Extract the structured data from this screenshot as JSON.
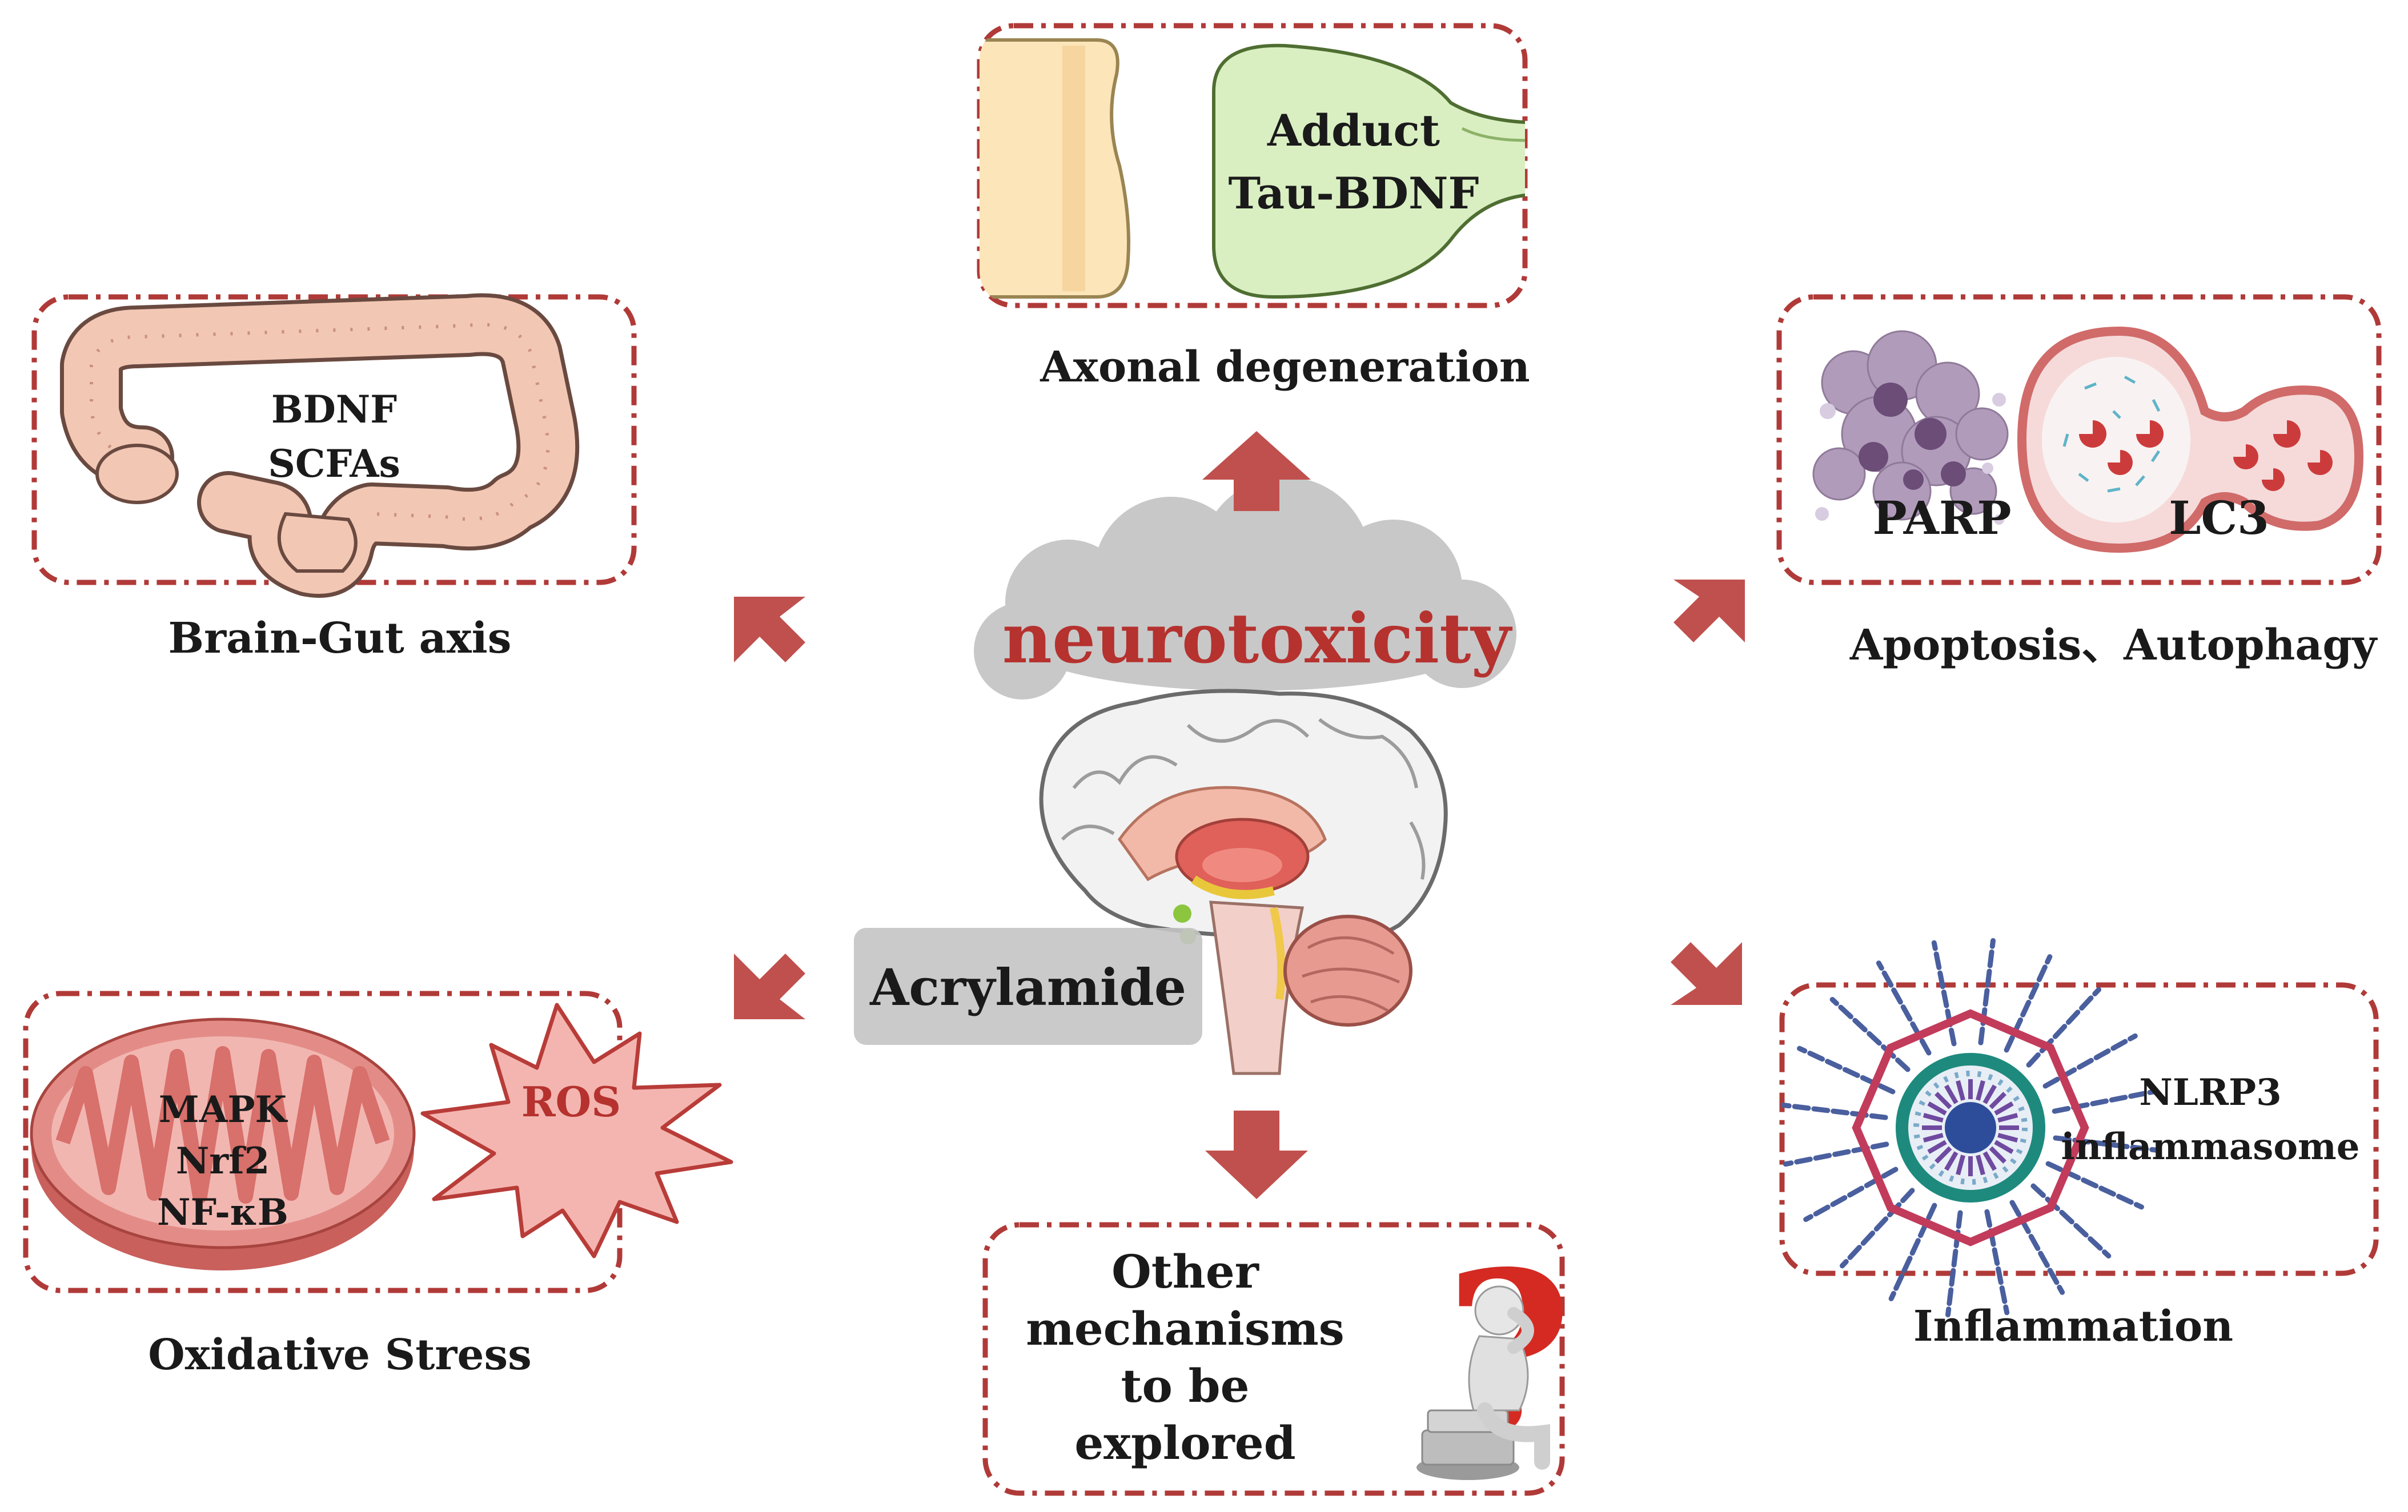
{
  "center": {
    "title": "neurotoxicity",
    "toxicant": "Acrylamide"
  },
  "panels": {
    "axonal": {
      "text_1": "Adduct",
      "text_2": "Tau-BDNF",
      "caption": "Axonal degeneration"
    },
    "gut": {
      "text_1": "BDNF",
      "text_2": "SCFAs",
      "caption": "Brain-Gut axis"
    },
    "apoptosis": {
      "marker_1": "PARP",
      "marker_2": "LC3",
      "caption": "Apoptosis、Autophagy"
    },
    "oxidative": {
      "text_1": "MAPK",
      "text_2": "Nrf2",
      "text_3": "NF-κB",
      "burst": "ROS",
      "caption": "Oxidative Stress"
    },
    "inflammation": {
      "text_1": "NLRP3",
      "text_2": "inflammasome",
      "caption": "Inflammation"
    },
    "other": {
      "line_1": "Other",
      "line_2": "mechanisms",
      "line_3": "to be",
      "line_4": "explored"
    }
  },
  "colors": {
    "frame": "#b03a38",
    "arrow": "#c0504d",
    "title": "#b5322f",
    "cloud": "#c8c8c8",
    "colon": "#f2c7b4",
    "mito": "#e38c87",
    "ros": "#f4b5b0",
    "question": "#d42a22"
  },
  "icons": [
    "colon-icon",
    "synapse-icon",
    "cell-death-icon",
    "mitochondrion-icon",
    "ros-burst-icon",
    "inflammasome-icon",
    "thinker-icon",
    "brain-icon",
    "cloud-icon",
    "arrow-icon"
  ]
}
